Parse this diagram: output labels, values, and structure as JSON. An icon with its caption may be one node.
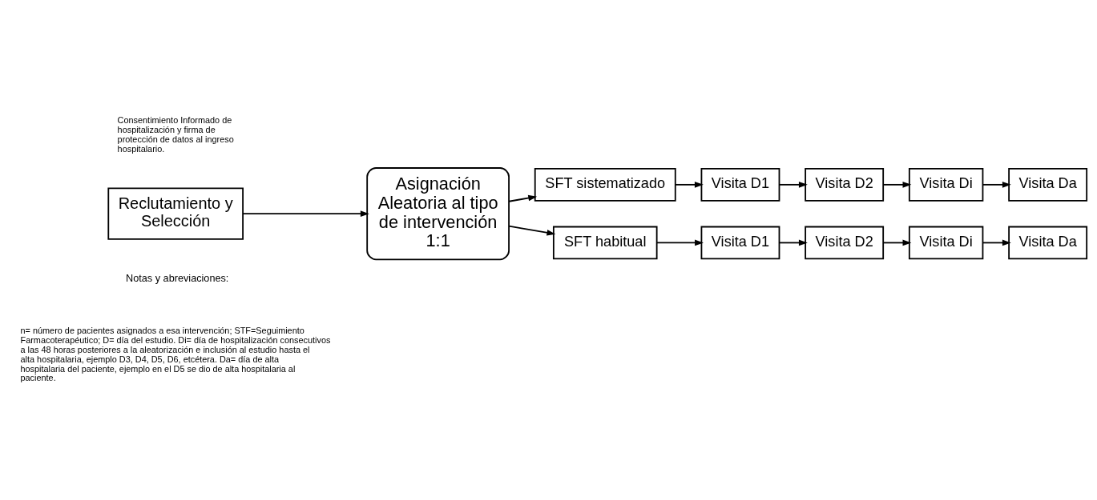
{
  "diagram": {
    "nodes": [
      {
        "text": [
          "Reclutamiento y Selección"
        ]
      },
      {
        "text": [
          "Asignación Aleatoria al tipo de intervención",
          "1:1"
        ]
      },
      {
        "text": [
          "SFT sistematizado"
        ]
      },
      {
        "text": [
          "Visita D1"
        ]
      },
      {
        "text": [
          "Visita D2"
        ]
      },
      {
        "text": [
          "Visita Di"
        ]
      },
      {
        "text": [
          "Visita Da"
        ]
      },
      {
        "text": [
          "SFT habitual"
        ]
      },
      {
        "text": [
          "Visita D1"
        ]
      },
      {
        "text": [
          "Visita D2"
        ]
      },
      {
        "text": [
          "Visita Di"
        ]
      },
      {
        "text": [
          "Visita Da"
        ]
      }
    ],
    "edges": [
      {
        "from": 0,
        "to": 1,
        "arrow": "to"
      },
      {
        "from": 1,
        "to": 2,
        "arrow": "to"
      },
      {
        "from": 2,
        "to": 3,
        "arrow": "to"
      },
      {
        "from": 3,
        "to": 4,
        "arrow": "to"
      },
      {
        "from": 4,
        "to": 5,
        "arrow": "to"
      },
      {
        "from": 5,
        "to": 6,
        "arrow": "to"
      },
      {
        "from": 1,
        "to": 7,
        "arrow": "to"
      },
      {
        "from": 7,
        "to": 8,
        "arrow": "to"
      },
      {
        "from": 8,
        "to": 9,
        "arrow": "to"
      },
      {
        "from": 9,
        "to": 10,
        "arrow": "to"
      },
      {
        "from": 10,
        "to": 11,
        "arrow": "to"
      }
    ],
    "labels": [
      "Consentimiento Informado de hospitalización y firma de protección de datos al ingreso hospitalario.",
      "Notas y abreviaciones:",
      "n= número de pacientes asignados a esa intervención; STF=Seguimiento Farmacoterapéutico; D= día del estudio. Di= día de hospitalización consecutivos a las 48 horas posteriores a la aleatorización e inclusión al estudio hasta el alta hospitalaria, ejemplo D3, D4, D5, D6, etcétera. Da= día de alta hospitalaria del paciente, ejemplo en el D5 se dio de alta hospitalaria al paciente."
    ]
  }
}
